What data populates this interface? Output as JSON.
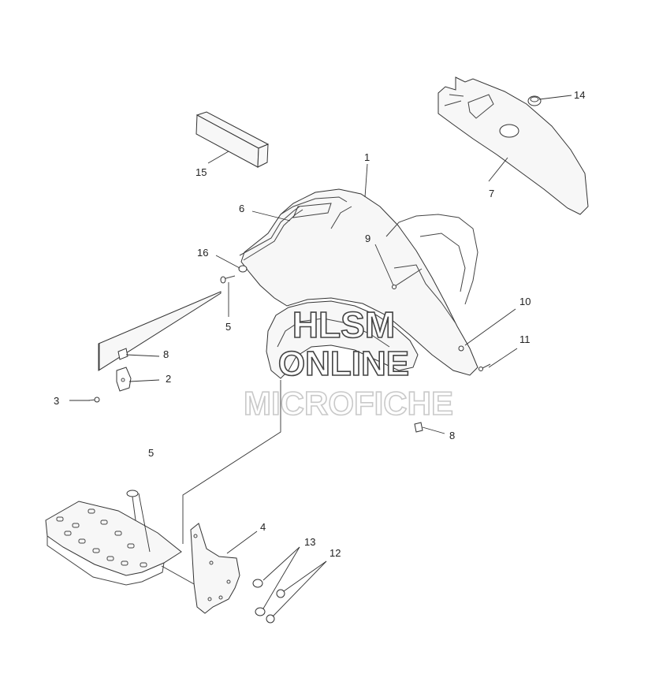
{
  "callouts": {
    "c1": "1",
    "c2": "2",
    "c3": "3",
    "c4": "4",
    "c5a": "5",
    "c5b": "5",
    "c6": "6",
    "c7": "7",
    "c8a": "8",
    "c8b": "8",
    "c9": "9",
    "c10": "10",
    "c11": "11",
    "c12": "12",
    "c13": "13",
    "c14": "14",
    "c15": "15",
    "c16": "16"
  },
  "watermark": {
    "line1": "HLSM",
    "line2": "ONLINE",
    "line3": "MICROFICHE"
  },
  "colors": {
    "line": "#333333",
    "watermark_outline": "#444444",
    "watermark_faint": "#c9c9c9",
    "background": "#ffffff"
  }
}
